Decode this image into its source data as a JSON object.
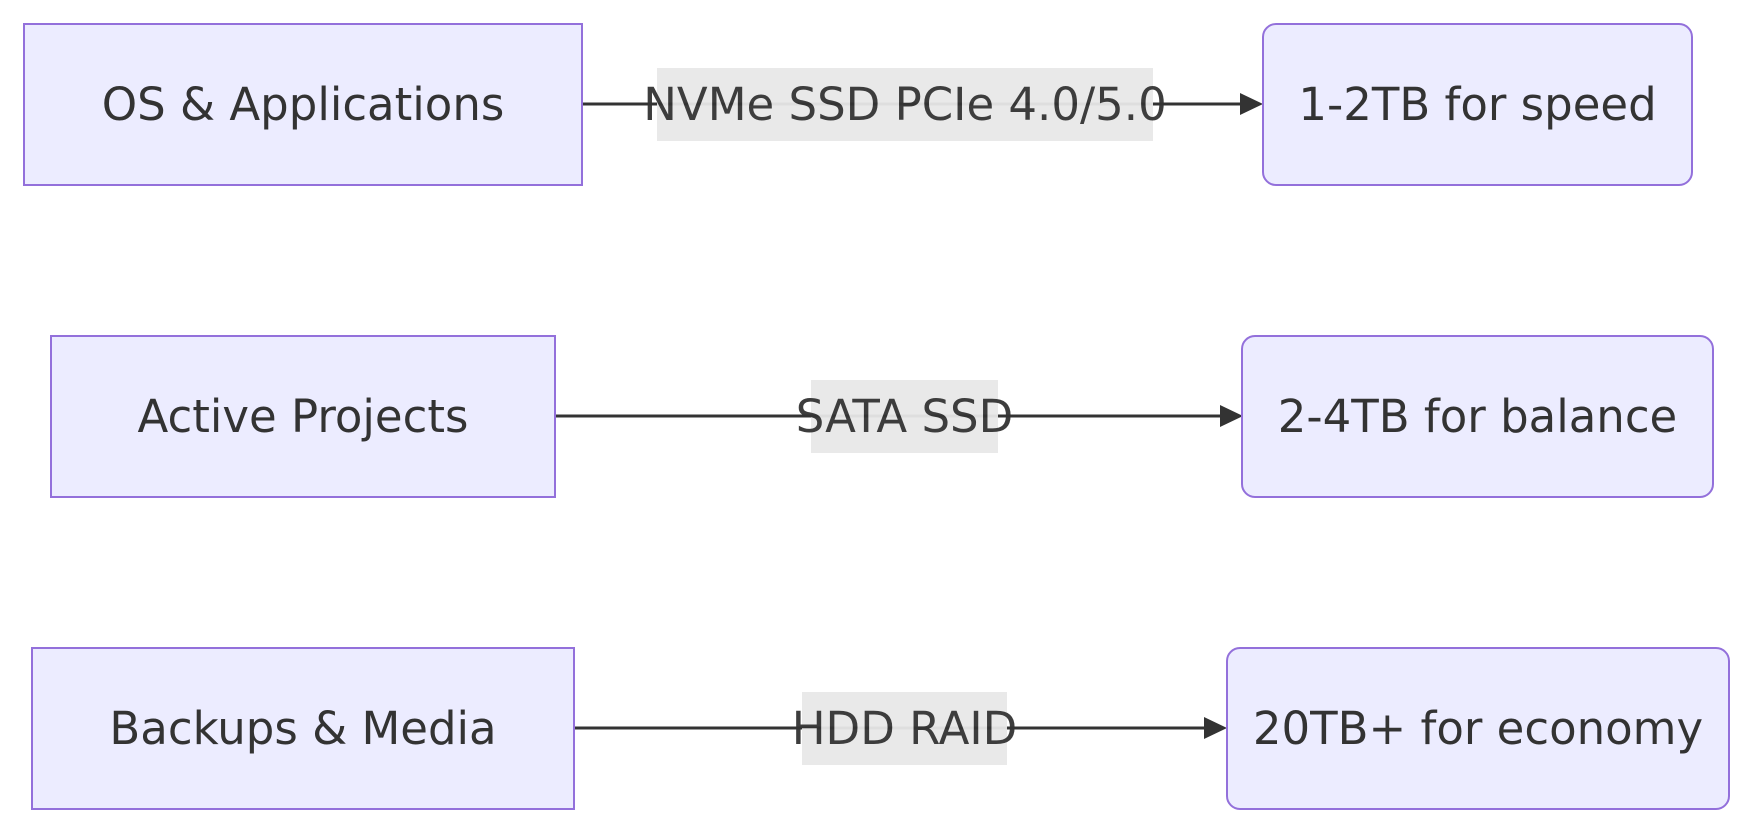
{
  "flows": [
    {
      "source": "OS & Applications",
      "label": "NVMe SSD PCIe 4.0/5.0",
      "target": "1-2TB for speed"
    },
    {
      "source": "Active Projects",
      "label": "SATA SSD",
      "target": "2-4TB for balance"
    },
    {
      "source": "Backups & Media",
      "label": "HDD RAID",
      "target": "20TB+ for economy"
    }
  ],
  "colors": {
    "node_fill": "#ececff",
    "node_stroke": "#9370db",
    "edge": "#333333",
    "label_bg": "#e8e8e8",
    "text": "#333333"
  }
}
